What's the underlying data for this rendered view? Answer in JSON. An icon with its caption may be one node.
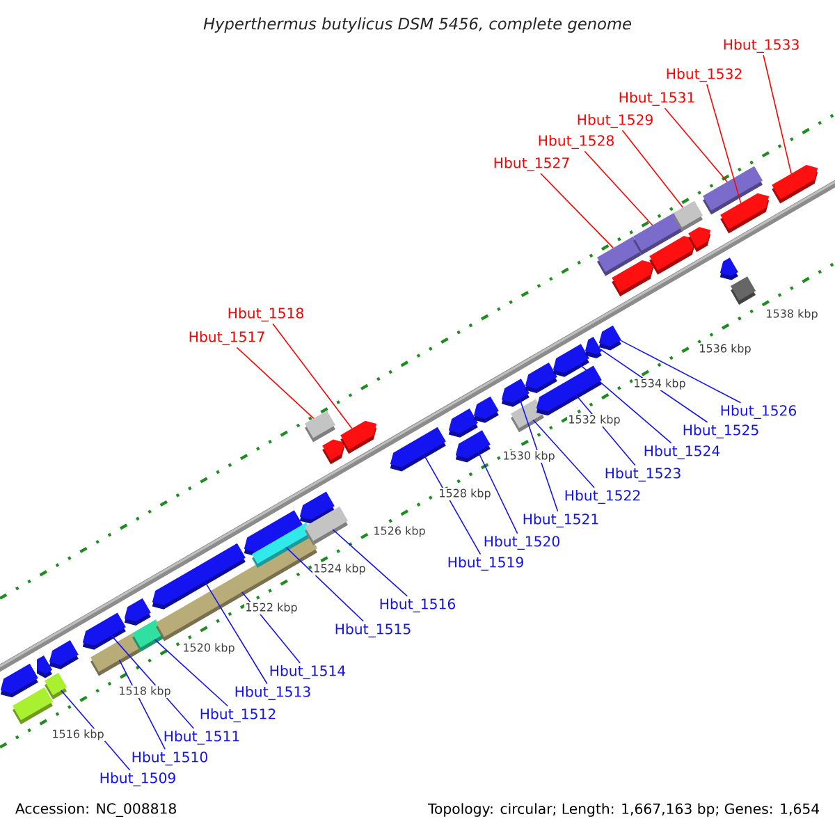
{
  "diagram": {
    "title": "Hyperthermus butylicus DSM 5456, complete genome",
    "nodes": [
      {
        "text": [
          "Hbut_1509"
        ]
      },
      {
        "text": [
          "Hbut_1510"
        ]
      },
      {
        "text": [
          "Hbut_1511"
        ]
      },
      {
        "text": [
          "Hbut_1512"
        ]
      },
      {
        "text": [
          "Hbut_1513"
        ]
      },
      {
        "text": [
          "Hbut_1514"
        ]
      },
      {
        "text": [
          "Hbut_1515"
        ]
      },
      {
        "text": [
          "Hbut_1516"
        ]
      },
      {
        "text": [
          "Hbut_1517"
        ]
      },
      {
        "text": [
          "Hbut_1518"
        ]
      },
      {
        "text": [
          "Hbut_1519"
        ]
      },
      {
        "text": [
          "Hbut_1520"
        ]
      },
      {
        "text": [
          "Hbut_1521"
        ]
      },
      {
        "text": [
          "Hbut_1522"
        ]
      },
      {
        "text": [
          "Hbut_1523"
        ]
      },
      {
        "text": [
          "Hbut_1524"
        ]
      },
      {
        "text": [
          "Hbut_1525"
        ]
      },
      {
        "text": [
          "Hbut_1526"
        ]
      },
      {
        "text": [
          "Hbut_1527"
        ]
      },
      {
        "text": [
          "Hbut_1528"
        ]
      },
      {
        "text": [
          "Hbut_1529"
        ]
      },
      {
        "text": [
          "Hbut_1531"
        ]
      },
      {
        "text": [
          "Hbut_1532"
        ]
      },
      {
        "text": [
          "Hbut_1533"
        ]
      },
      {
        "text": [],
        "shape": "arrow"
      },
      {
        "text": [],
        "shape": "bar"
      },
      {
        "text": [],
        "shape": "arrow"
      },
      {
        "text": [],
        "shape": "bar"
      },
      {
        "text": [],
        "shape": "arrow"
      },
      {
        "text": [],
        "shape": "arrow"
      },
      {
        "text": [],
        "shape": "bar"
      },
      {
        "text": [],
        "shape": "arrow"
      },
      {
        "text": [],
        "shape": "bar"
      },
      {
        "text": [],
        "shape": "arrow"
      },
      {
        "text": [],
        "shape": "bar"
      },
      {
        "text": [],
        "shape": "arrow"
      },
      {
        "text": [],
        "shape": "bar"
      },
      {
        "text": [],
        "shape": "arrow"
      },
      {
        "text": [],
        "shape": "bar"
      },
      {
        "text": [],
        "shape": "bar"
      },
      {
        "text": [],
        "shape": "arrow"
      },
      {
        "text": [],
        "shape": "arrow"
      },
      {
        "text": [],
        "shape": "arrow"
      },
      {
        "text": [],
        "shape": "arrow"
      },
      {
        "text": [],
        "shape": "arrow"
      },
      {
        "text": [],
        "shape": "arrow"
      },
      {
        "text": [],
        "shape": "arrow"
      },
      {
        "text": [],
        "shape": "bar"
      },
      {
        "text": [],
        "shape": "arrow"
      },
      {
        "text": [],
        "shape": "arrow"
      },
      {
        "text": [],
        "shape": "arrow"
      },
      {
        "text": [],
        "shape": "arrow"
      },
      {
        "text": [],
        "shape": "bar"
      },
      {
        "text": [],
        "shape": "arrow"
      },
      {
        "text": [],
        "shape": "arrow"
      },
      {
        "text": [],
        "shape": "bar"
      },
      {
        "text": [],
        "shape": "arrow"
      },
      {
        "text": [],
        "shape": "bar"
      },
      {
        "text": [],
        "shape": "arrow"
      },
      {
        "text": [],
        "shape": "bar"
      },
      {
        "text": [],
        "shape": "arrow"
      },
      {
        "text": [],
        "shape": "arrow"
      },
      {
        "text": [],
        "shape": "bar"
      },
      {
        "text": [],
        "shape": "arrow"
      }
    ],
    "edges": [
      {
        "from": 0,
        "to": 27,
        "arrow": "none"
      },
      {
        "from": 1,
        "to": 30,
        "arrow": "none"
      },
      {
        "from": 2,
        "to": 29,
        "arrow": "none"
      },
      {
        "from": 3,
        "to": 32,
        "arrow": "none"
      },
      {
        "from": 4,
        "to": 33,
        "arrow": "none"
      },
      {
        "from": 5,
        "to": 34,
        "arrow": "none"
      },
      {
        "from": 6,
        "to": 36,
        "arrow": "none"
      },
      {
        "from": 7,
        "to": 38,
        "arrow": "none"
      },
      {
        "from": 8,
        "to": 39,
        "arrow": "none",
        "color": "#ff0000"
      },
      {
        "from": 9,
        "to": 41,
        "arrow": "none",
        "color": "#ff0000"
      },
      {
        "from": 10,
        "to": 42,
        "arrow": "none"
      },
      {
        "from": 11,
        "to": 44,
        "arrow": "none"
      },
      {
        "from": 12,
        "to": 46,
        "arrow": "none"
      },
      {
        "from": 13,
        "to": 47,
        "arrow": "none"
      },
      {
        "from": 14,
        "to": 49,
        "arrow": "none"
      },
      {
        "from": 15,
        "to": 50,
        "arrow": "none"
      },
      {
        "from": 16,
        "to": 51,
        "arrow": "none"
      },
      {
        "from": 17,
        "to": 53,
        "arrow": "none"
      },
      {
        "from": 18,
        "to": 52,
        "arrow": "none",
        "color": "#ff0000"
      },
      {
        "from": 19,
        "to": 55,
        "arrow": "none",
        "color": "#ff0000"
      },
      {
        "from": 20,
        "to": 57,
        "arrow": "none",
        "color": "#ff0000"
      },
      {
        "from": 21,
        "to": 59,
        "arrow": "none",
        "color": "#ff0000"
      },
      {
        "from": 22,
        "to": 60,
        "arrow": "none",
        "color": "#ff0000"
      },
      {
        "from": 23,
        "to": 63,
        "arrow": "none",
        "color": "#ff0000"
      }
    ],
    "labels": [
      "1516 kbp",
      "1518 kbp",
      "1520 kbp",
      "1522 kbp",
      "1524 kbp",
      "1526 kbp",
      "1528 kbp",
      "1530 kbp",
      "1532 kbp",
      "1534 kbp",
      "1536 kbp",
      "1538 kbp",
      "Accession: NC_008818",
      "Topology: circular; Length: 1,667,163 bp; Genes: 1,654"
    ]
  }
}
